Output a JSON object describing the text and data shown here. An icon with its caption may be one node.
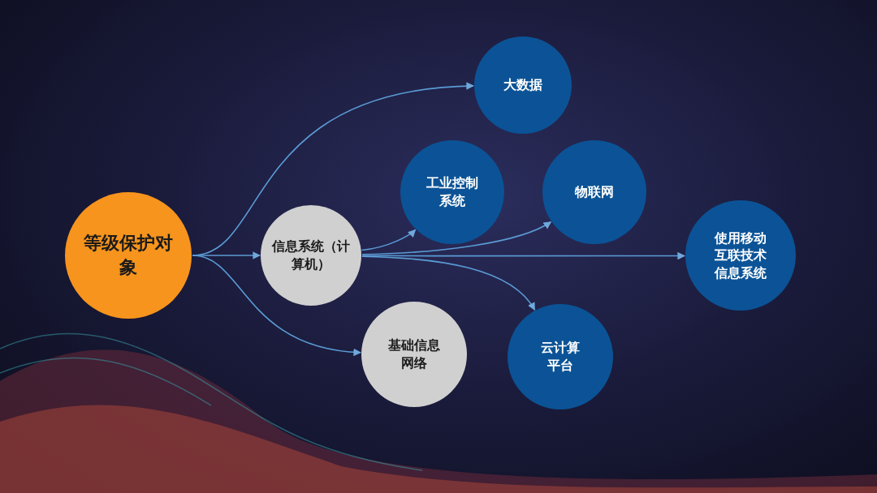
{
  "diagram": {
    "nodes": [
      {
        "text": [
          "等级保护对象"
        ]
      },
      {
        "text": [
          "信息系统（计算机）"
        ]
      },
      {
        "text": [
          "大数据"
        ]
      },
      {
        "text": [
          "工业控制系统"
        ]
      },
      {
        "text": [
          "物联网"
        ]
      },
      {
        "text": [
          "使用移动互联技术信息系统"
        ]
      },
      {
        "text": [
          "基础信息网络"
        ]
      },
      {
        "text": [
          "云计算平台"
        ]
      }
    ],
    "edges": [
      {
        "from": 0,
        "to": 2,
        "arrow": "to"
      },
      {
        "from": 0,
        "to": 1,
        "arrow": "to"
      },
      {
        "from": 0,
        "to": 6,
        "arrow": "to"
      },
      {
        "from": 1,
        "to": 3,
        "arrow": "to"
      },
      {
        "from": 1,
        "to": 4,
        "arrow": "to"
      },
      {
        "from": 1,
        "to": 5,
        "arrow": "to"
      },
      {
        "from": 1,
        "to": 7,
        "arrow": "to"
      }
    ]
  }
}
